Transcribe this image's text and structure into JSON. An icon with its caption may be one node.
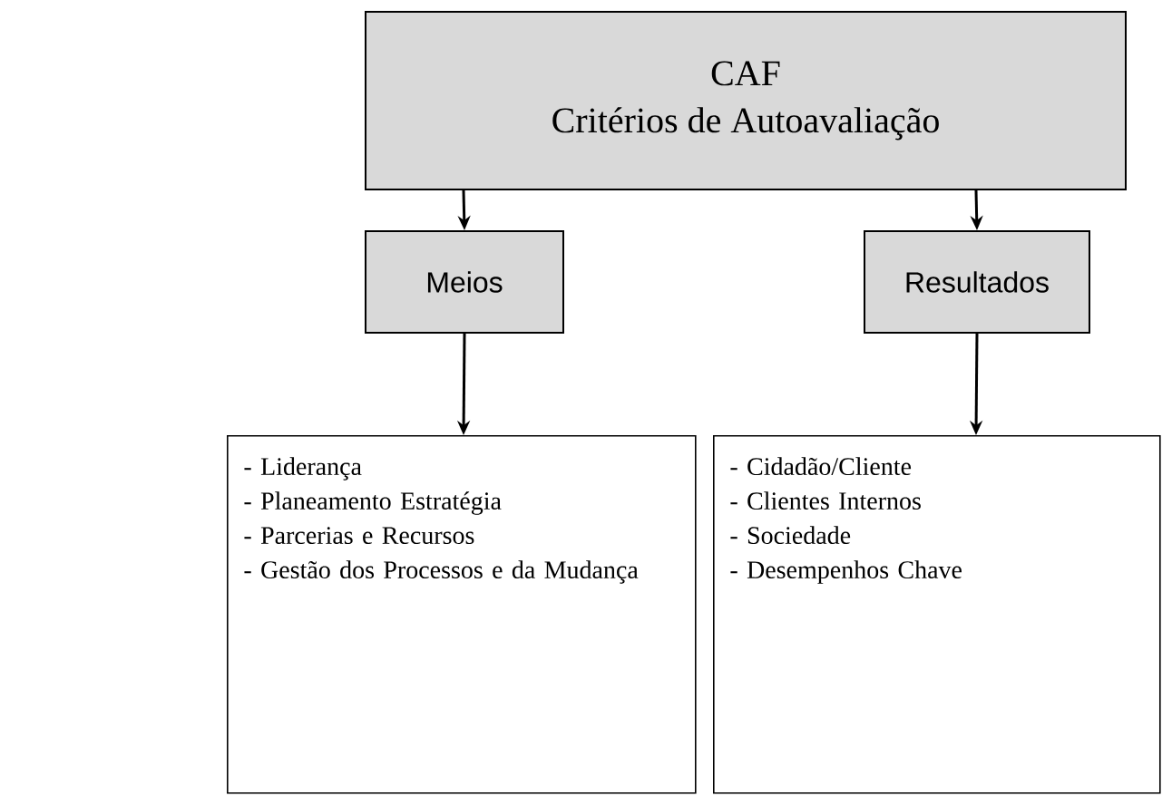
{
  "diagram": {
    "nodes": [
      {
        "text": [
          "CAF",
          "Critérios de Autoavaliação"
        ]
      },
      {
        "text": [
          "Meios"
        ]
      },
      {
        "text": [
          "Resultados"
        ]
      },
      {
        "text": [
          "- Liderança",
          "- Planeamento Estratégia",
          "- Parcerias e Recursos",
          "- Gestão dos Processos e da Mudança"
        ]
      },
      {
        "text": [
          "- Cidadão/Cliente",
          "- Clientes Internos",
          "- Sociedade",
          "- Desempenhos Chave"
        ]
      }
    ],
    "edges": [
      {
        "from": 0,
        "to": 1,
        "arrow": "to"
      },
      {
        "from": 0,
        "to": 2,
        "arrow": "to"
      },
      {
        "from": 1,
        "to": 3,
        "arrow": "to"
      },
      {
        "from": 2,
        "to": 4,
        "arrow": "to"
      }
    ]
  }
}
